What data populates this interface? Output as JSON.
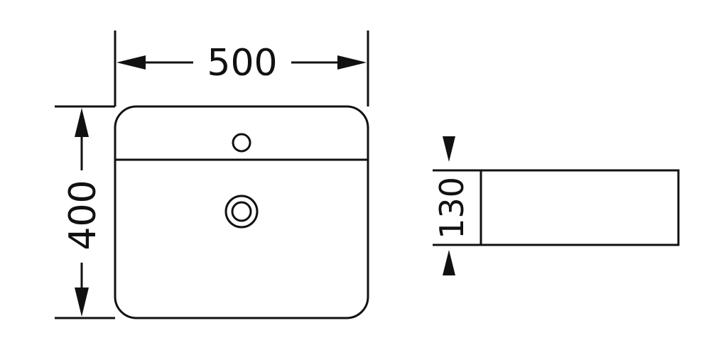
{
  "dimensions": {
    "width_label": "500",
    "height_label": "400",
    "depth_label": "130"
  },
  "colors": {
    "line": "#111111",
    "background": "#ffffff"
  }
}
